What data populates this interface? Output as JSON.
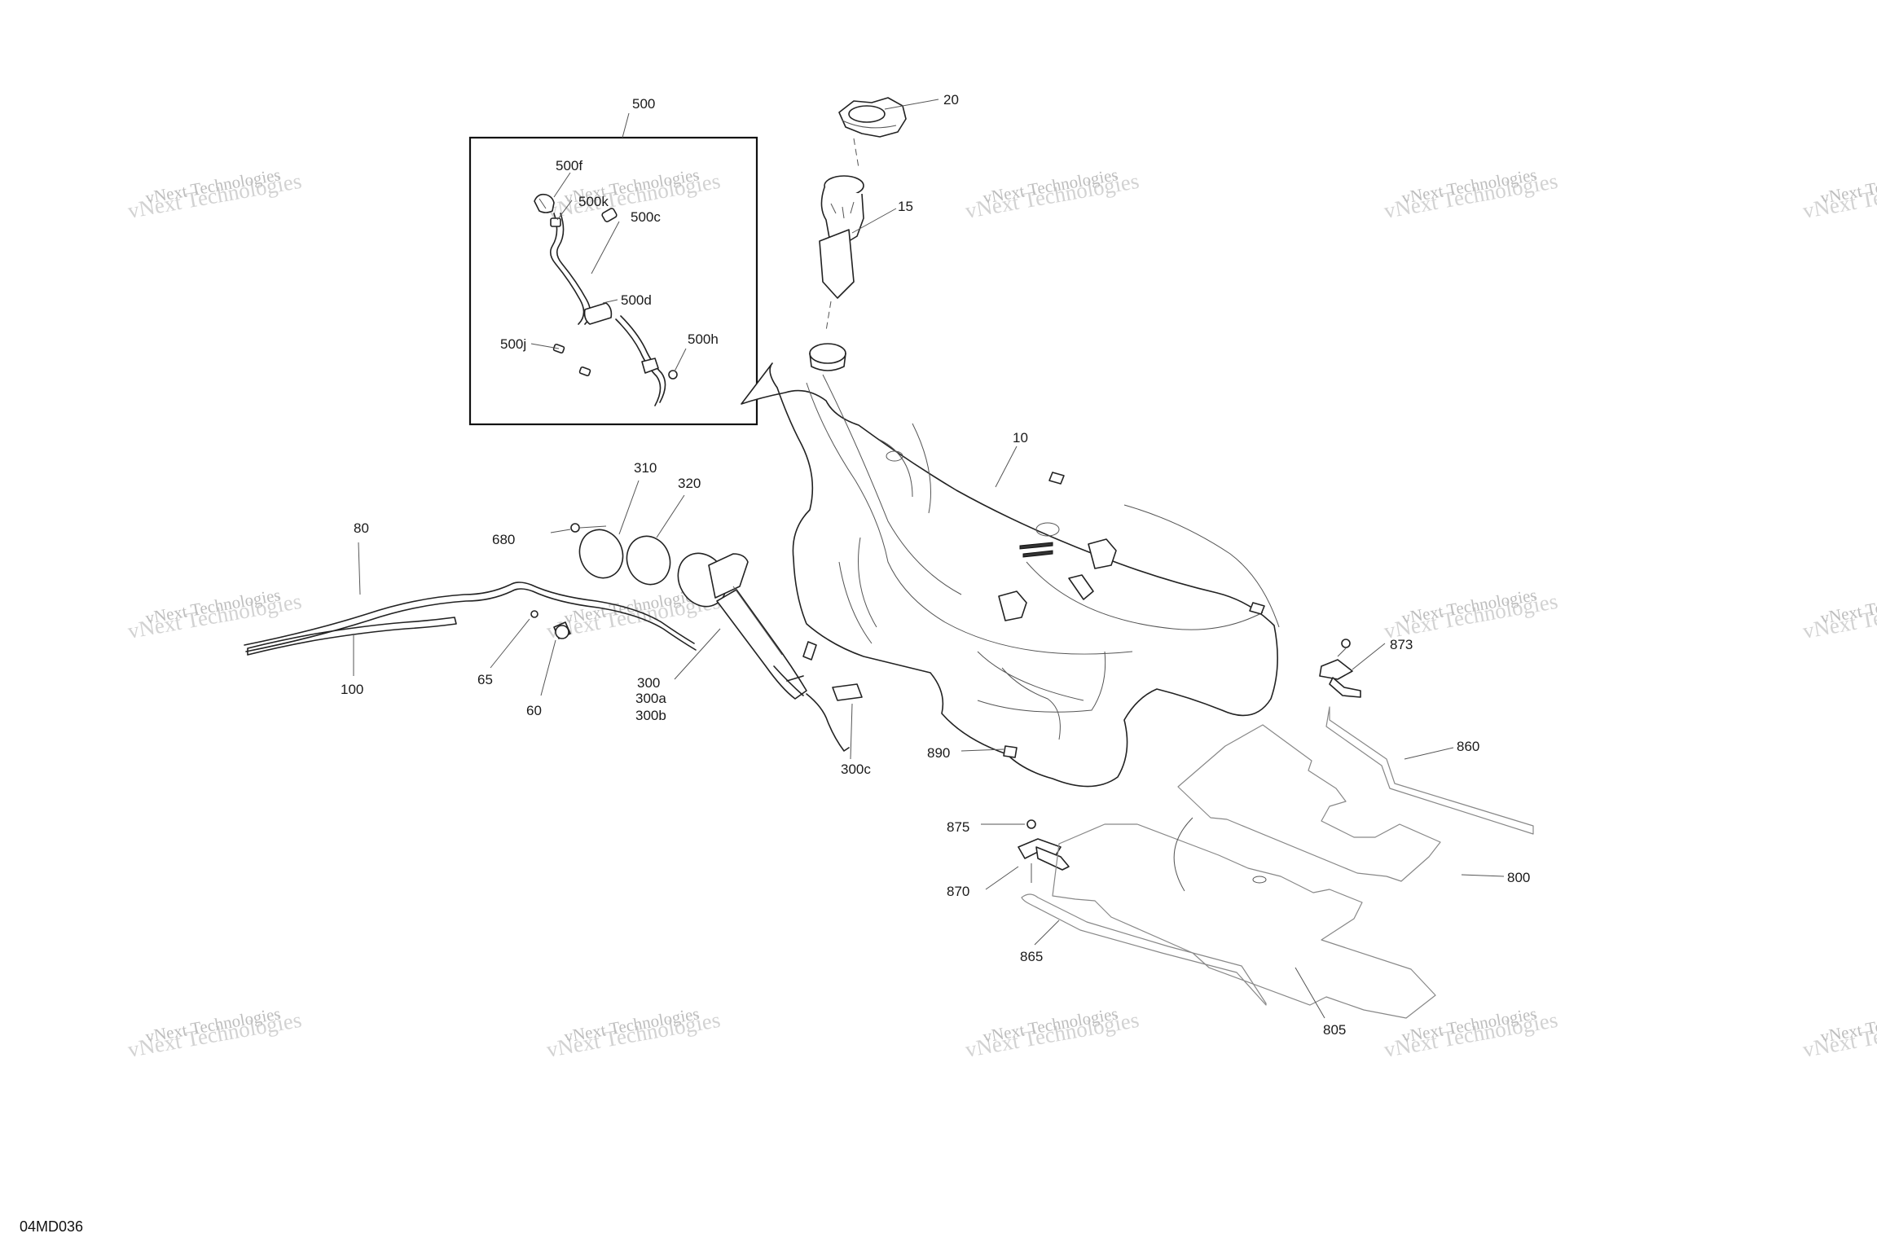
{
  "figure_code": "04MD036",
  "inset_box_label": "500",
  "callouts": {
    "c10": "10",
    "c15": "15",
    "c20": "20",
    "c60": "60",
    "c65": "65",
    "c80": "80",
    "c100": "100",
    "c300": "300",
    "c300a": "300a",
    "c300b": "300b",
    "c300c": "300c",
    "c310": "310",
    "c320": "320",
    "c680": "680",
    "c500c": "500c",
    "c500d": "500d",
    "c500f": "500f",
    "c500h": "500h",
    "c500j": "500j",
    "c500k": "500k",
    "c800": "800",
    "c805": "805",
    "c860": "860",
    "c865": "865",
    "c870": "870",
    "c873": "873",
    "c875": "875",
    "c890": "890"
  },
  "watermark": {
    "line1": "vNext Technologies",
    "line2": "vNext Technologies"
  }
}
